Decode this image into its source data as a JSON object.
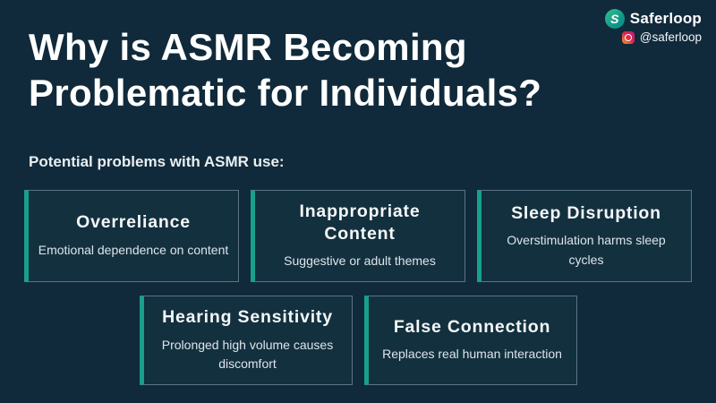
{
  "page": {
    "background_color": "#102a3b",
    "accent_color": "#18a08c",
    "card_background_color": "#13303f",
    "card_border_color": "#5e7384"
  },
  "brand": {
    "name": "Saferloop",
    "handle": "@saferloop",
    "logo_letter": "S",
    "logo_gradient": [
      "#35c08d",
      "#0d9488"
    ]
  },
  "title": "Why is ASMR Becoming Problematic for Individuals?",
  "section_label": "Potential problems with ASMR use:",
  "cards": [
    {
      "title": "Overreliance",
      "description": "Emotional dependence on content"
    },
    {
      "title": "Inappropriate Content",
      "description": "Suggestive or adult themes"
    },
    {
      "title": "Sleep Disruption",
      "description": "Overstimulation harms sleep cycles"
    },
    {
      "title": "Hearing Sensitivity",
      "description": "Prolonged high volume causes discomfort"
    },
    {
      "title": "False Connection",
      "description": "Replaces real human interaction"
    }
  ]
}
